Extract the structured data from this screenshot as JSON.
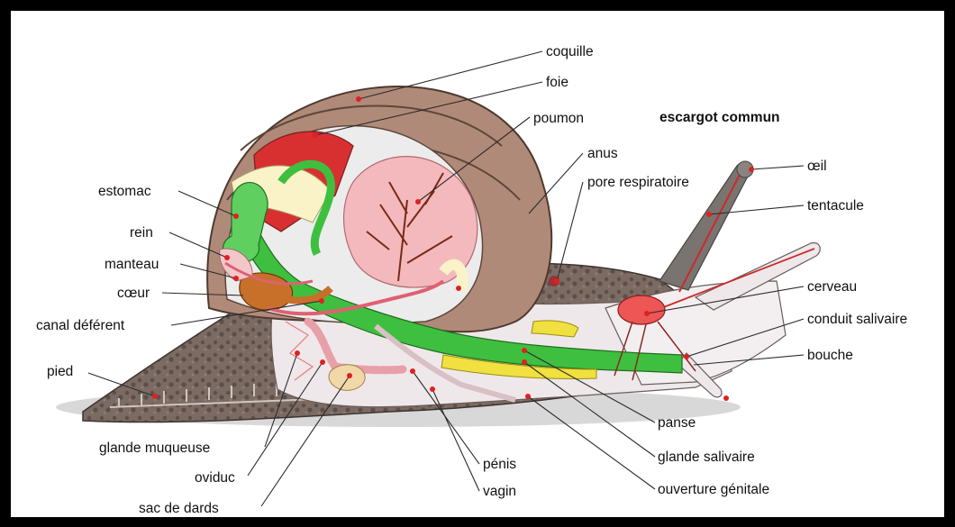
{
  "title": "escargot commun",
  "labels": {
    "coquille": "coquille",
    "foie": "foie",
    "poumon": "poumon",
    "anus": "anus",
    "pore_respiratoire": "pore respiratoire",
    "oeil": "œil",
    "tentacule": "tentacule",
    "estomac": "estomac",
    "rein": "rein",
    "manteau": "manteau",
    "coeur": "cœur",
    "canal_deferent": "canal déférent",
    "pied": "pied",
    "cerveau": "cerveau",
    "conduit_salivaire": "conduit salivaire",
    "bouche": "bouche",
    "glande_muqueuse": "glande muqueuse",
    "oviduc": "oviduc",
    "sac_de_dards": "sac de dards",
    "penis": "pénis",
    "vagin": "vagin",
    "panse": "panse",
    "glande_salivaire": "glande salivaire",
    "ouverture_genitale": "ouverture génitale"
  },
  "colors": {
    "frame": "#000000",
    "shell": "#b08a78",
    "body": "#efe8ea",
    "foot": "#6e6059",
    "liver": "#d83030",
    "lung": "#f3b9bd",
    "intestine": "#3fbf3f",
    "gland": "#f0e040",
    "heart": "#c8702a",
    "brain": "#ee5555",
    "marker": "#e02020"
  }
}
